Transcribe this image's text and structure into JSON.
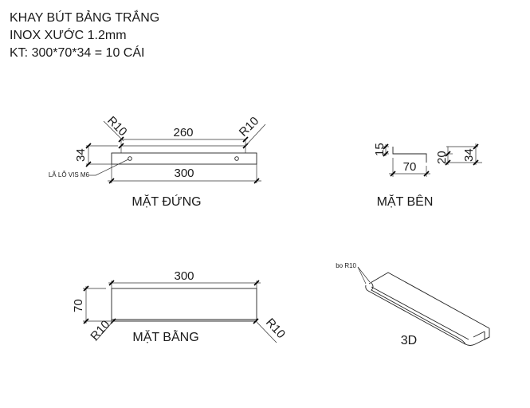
{
  "title": {
    "line1": "KHAY BÚT BẢNG TRẮNG",
    "line2": "INOX XƯỚC 1.2mm",
    "line3": "KT: 300*70*34 = 10 CÁI"
  },
  "front_view": {
    "label": "MẶT ĐỨNG",
    "dim_hole_spacing": "260",
    "dim_length": "300",
    "dim_height": "34",
    "radius_left": "R10",
    "radius_right": "R10",
    "hole_note": "LÃ LỖ VIS M6"
  },
  "side_view": {
    "label": "MẶT BÊN",
    "dim_lip": "15",
    "dim_depth": "70",
    "dim_inner": "20",
    "dim_total": "34"
  },
  "plan_view": {
    "label": "MẶT BẰNG",
    "dim_length": "300",
    "dim_width": "70",
    "radius_left": "R10",
    "radius_right": "R10"
  },
  "iso_view": {
    "label": "3D",
    "note": "bo R10"
  }
}
